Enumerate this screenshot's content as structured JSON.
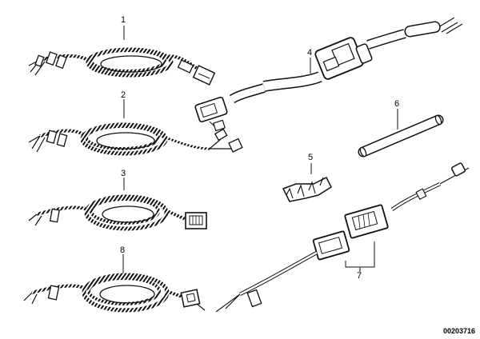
{
  "callouts": {
    "c1": "1",
    "c2": "2",
    "c3": "3",
    "c4": "4",
    "c5": "5",
    "c6": "6",
    "c7": "7",
    "c8": "8"
  },
  "doc_number": "00203716"
}
